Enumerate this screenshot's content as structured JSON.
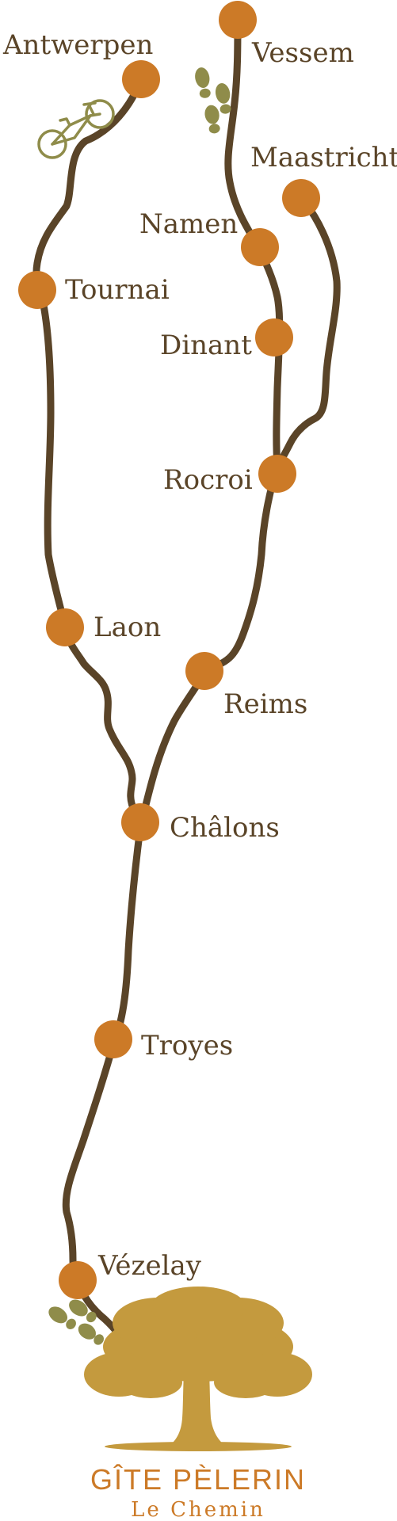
{
  "colors": {
    "route": "#5a4428",
    "stop": "#cc7a27",
    "label": "#5a4428",
    "icon": "#8f8c4a",
    "tree": "#c49a3e",
    "brand_title": "#cc7a27",
    "brand_sub": "#cc7a27"
  },
  "cities": [
    {
      "id": "antwerpen",
      "name": "Antwerpen"
    },
    {
      "id": "vessem",
      "name": "Vessem"
    },
    {
      "id": "maastricht",
      "name": "Maastricht"
    },
    {
      "id": "namen",
      "name": "Namen"
    },
    {
      "id": "tournai",
      "name": "Tournai"
    },
    {
      "id": "dinant",
      "name": "Dinant"
    },
    {
      "id": "rocroi",
      "name": "Rocroi"
    },
    {
      "id": "laon",
      "name": "Laon"
    },
    {
      "id": "reims",
      "name": "Reims"
    },
    {
      "id": "chalons",
      "name": "Châlons"
    },
    {
      "id": "troyes",
      "name": "Troyes"
    },
    {
      "id": "vezelay",
      "name": "Vézelay"
    }
  ],
  "icons": {
    "bicycle": "bicycle-icon",
    "footprints": "footprints-icon",
    "tree": "tree-icon"
  },
  "brand": {
    "title": "GÎTE PÈLERIN",
    "subtitle": "Le Chemin"
  }
}
